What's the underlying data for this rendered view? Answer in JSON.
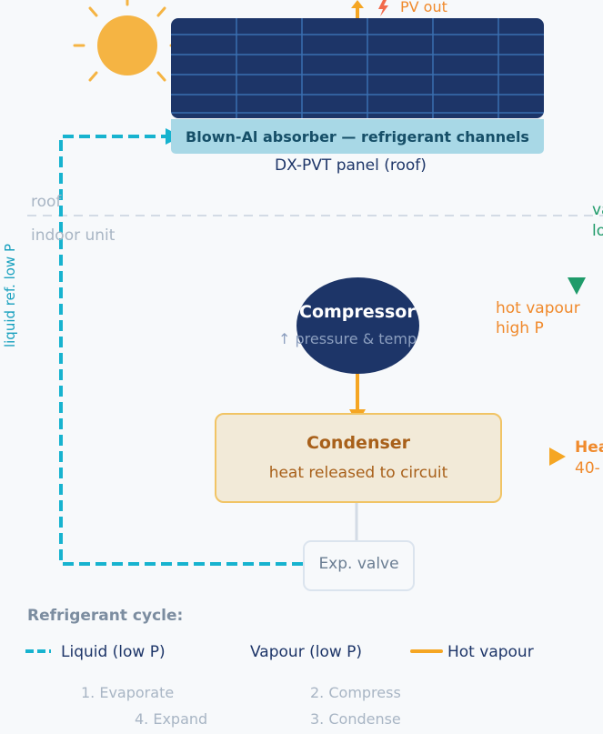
{
  "panel": {
    "pv_out_label": "PV out",
    "absorber_label": "Blown-Al absorber — refrigerant channels",
    "caption": "DX-PVT panel (roof)"
  },
  "zones": {
    "roof_label": "roof",
    "indoor_label": "indoor unit"
  },
  "side_labels": {
    "left_vertical": "liquid ref. low P",
    "right_top_1": "va",
    "right_top_2": "lo",
    "hot_vapour_1": "hot vapour",
    "hot_vapour_2": "high P",
    "heat_1": "Hea",
    "heat_2": "40-"
  },
  "compressor": {
    "title": "Compressor",
    "subtitle": "↑ pressure & temp"
  },
  "condenser": {
    "title": "Condenser",
    "subtitle": "heat released to circuit"
  },
  "valve": {
    "label": "Exp. valve"
  },
  "legend": {
    "title": "Refrigerant cycle:",
    "liquid": "Liquid (low P)",
    "vapour": "Vapour (low P)",
    "hot": "Hot vapour"
  },
  "steps": {
    "s1": "1. Evaporate",
    "s2": "2. Compress",
    "s3": "3. Condense",
    "s4": "4. Expand"
  },
  "colors": {
    "liquid": "#17b3cf",
    "hot": "#f5a623",
    "panel": "#1d3568",
    "vapour": "#1f9b6a"
  }
}
